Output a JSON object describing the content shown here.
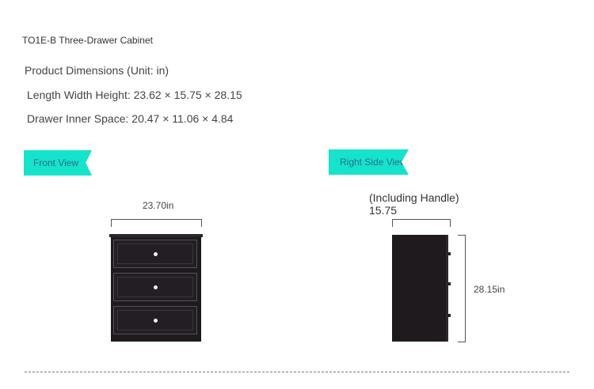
{
  "title": "TO1E-B Three-Drawer Cabinet",
  "dimensions": {
    "heading": "Product Dimensions (Unit: in)",
    "overall": "Length Width Height: 23.62 × 15.75 × 28.15",
    "drawer_inner": "Drawer Inner Space: 20.47 × 11.06 × 4.84"
  },
  "front_view": {
    "label": "Front View",
    "width_label": "23.70in"
  },
  "side_view": {
    "label": "Right Side View",
    "handle_note": "(Including Handle)",
    "depth_label": "15.75",
    "height_label": "28.15in"
  },
  "colors": {
    "badge": "#16e3cc",
    "badge_text": "#2a6f8c",
    "cabinet": "#1e1a1e"
  }
}
